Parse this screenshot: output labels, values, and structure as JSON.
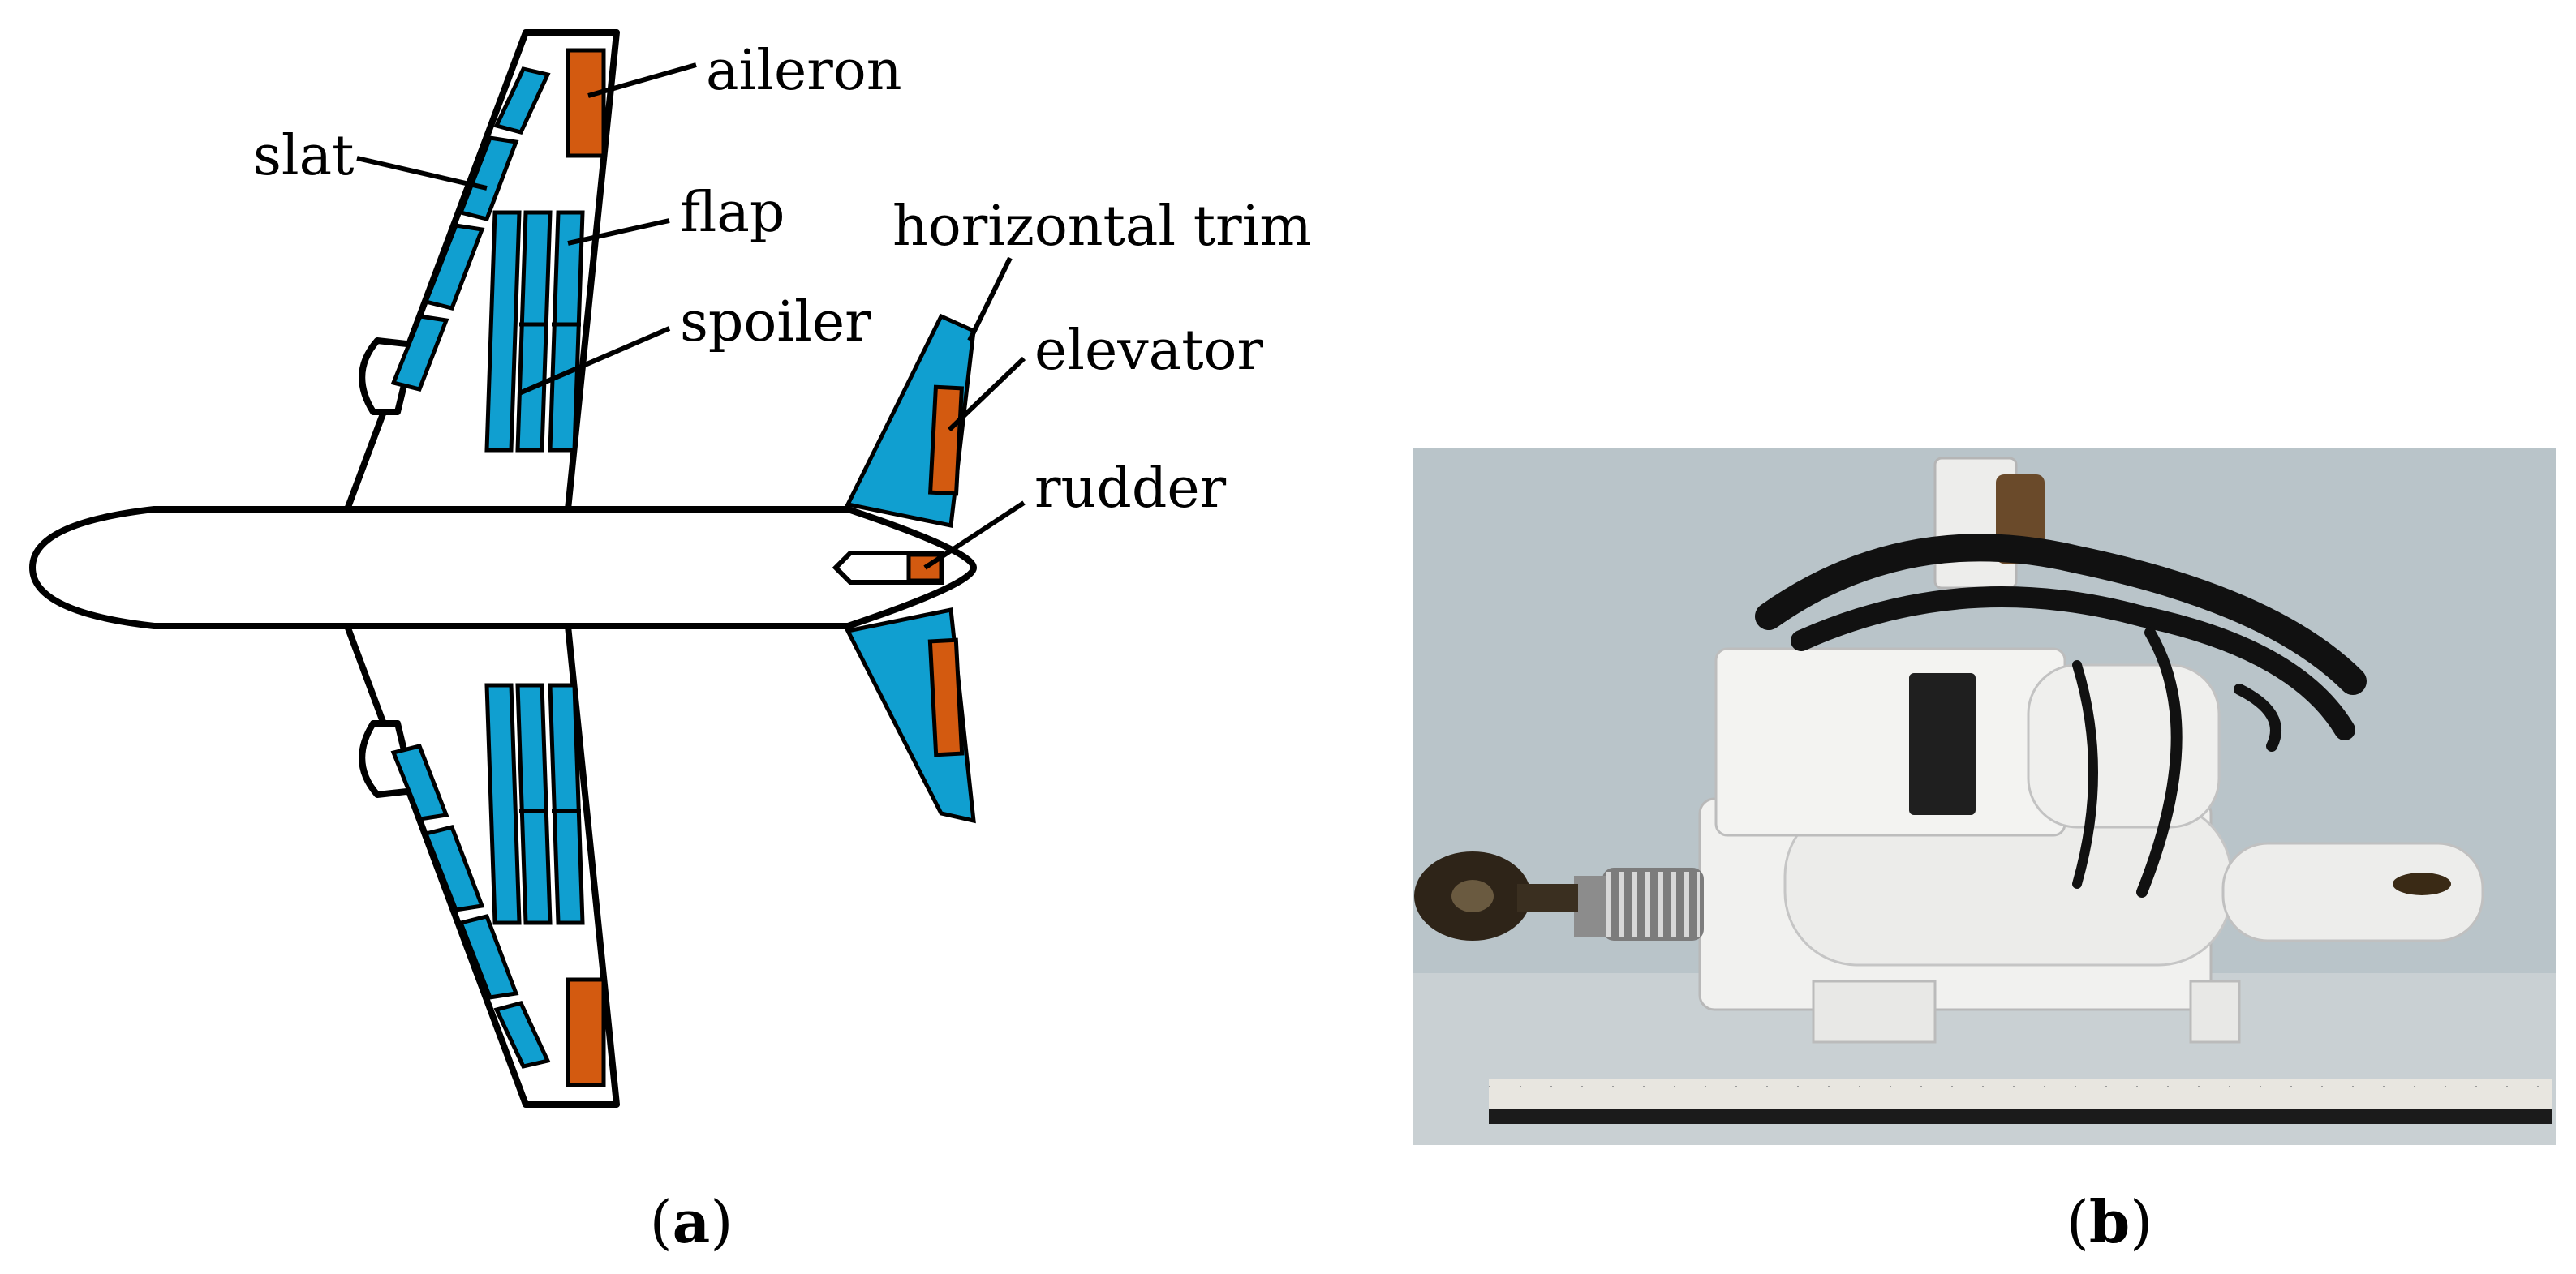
{
  "colors": {
    "surface_blue": "#109fd0",
    "surface_orange": "#d35a10",
    "outline": "#000000",
    "photo_background": "#b8c3c8"
  },
  "diagram_a": {
    "labels": {
      "aileron": "aileron",
      "slat": "slat",
      "flap": "flap",
      "spoiler": "spoiler",
      "horizontal_trim": "horizontal trim",
      "elevator": "elevator",
      "rudder": "rudder"
    },
    "caption_letter": "a"
  },
  "photo_b": {
    "caption_letter": "b"
  }
}
